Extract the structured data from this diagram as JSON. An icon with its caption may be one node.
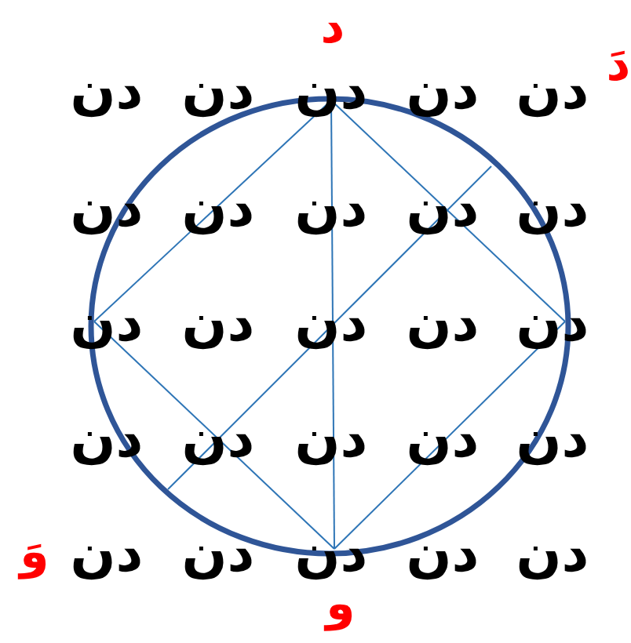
{
  "diagram": {
    "labels": [
      "د",
      "دَ",
      "دن",
      "دن",
      "دن",
      "دن",
      "دن",
      "دن",
      "دن",
      "دن",
      "دن",
      "دن",
      "دن",
      "دن",
      "دن",
      "دن",
      "دن",
      "دن",
      "دن",
      "دن",
      "دن",
      "دن",
      "دن",
      "دن",
      "دن",
      "دن",
      "دن",
      "وَ",
      "و"
    ]
  }
}
